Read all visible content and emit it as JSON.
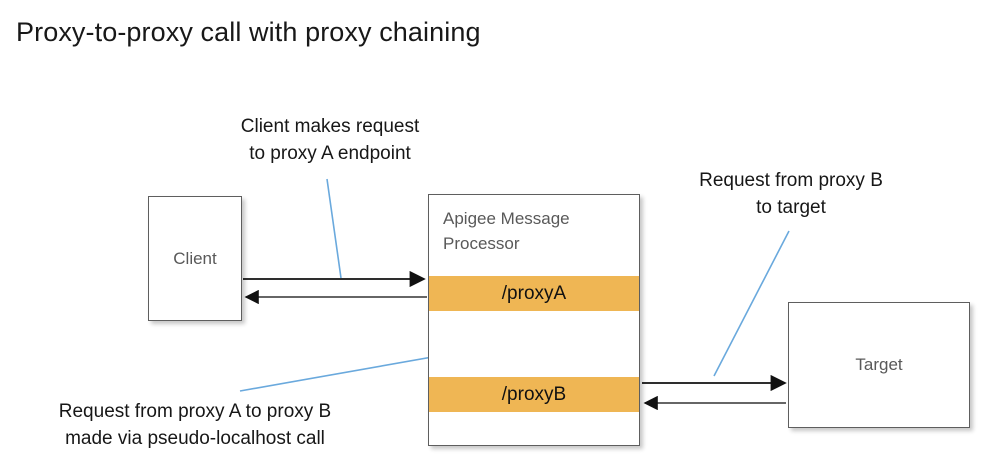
{
  "title": "Proxy-to-proxy call with proxy chaining",
  "nodes": {
    "client": {
      "label": "Client"
    },
    "target": {
      "label": "Target"
    },
    "message_processor": {
      "label": "Apigee Message Processor",
      "proxy_a": "/proxyA",
      "proxy_b": "/proxyB"
    }
  },
  "annotations": {
    "client_request": "Client makes request\nto proxy A endpoint",
    "target_request": "Request from proxy B\nto target",
    "chaining": "Request from proxy A to proxy B\nmade via pseudo-localhost call"
  },
  "colors": {
    "proxy_band": "#efb654",
    "box_border": "#5e5e5e",
    "box_label": "#595959",
    "arrow": "#111111",
    "leader_line": "#6aa9dd",
    "title": "#181818",
    "background": "#ffffff"
  },
  "flows": [
    {
      "name": "client-to-proxya-request",
      "from": "client",
      "to": "proxyA",
      "direction": "right"
    },
    {
      "name": "proxya-to-client-response",
      "from": "proxyA",
      "to": "client",
      "direction": "left"
    },
    {
      "name": "proxya-to-proxyb-call",
      "from": "proxyA",
      "to": "proxyB",
      "direction": "down"
    },
    {
      "name": "proxyb-to-proxya-response",
      "from": "proxyB",
      "to": "proxyA",
      "direction": "up"
    },
    {
      "name": "proxyb-to-target-request",
      "from": "proxyB",
      "to": "target",
      "direction": "right"
    },
    {
      "name": "target-to-proxyb-response",
      "from": "target",
      "to": "proxyB",
      "direction": "left"
    }
  ]
}
